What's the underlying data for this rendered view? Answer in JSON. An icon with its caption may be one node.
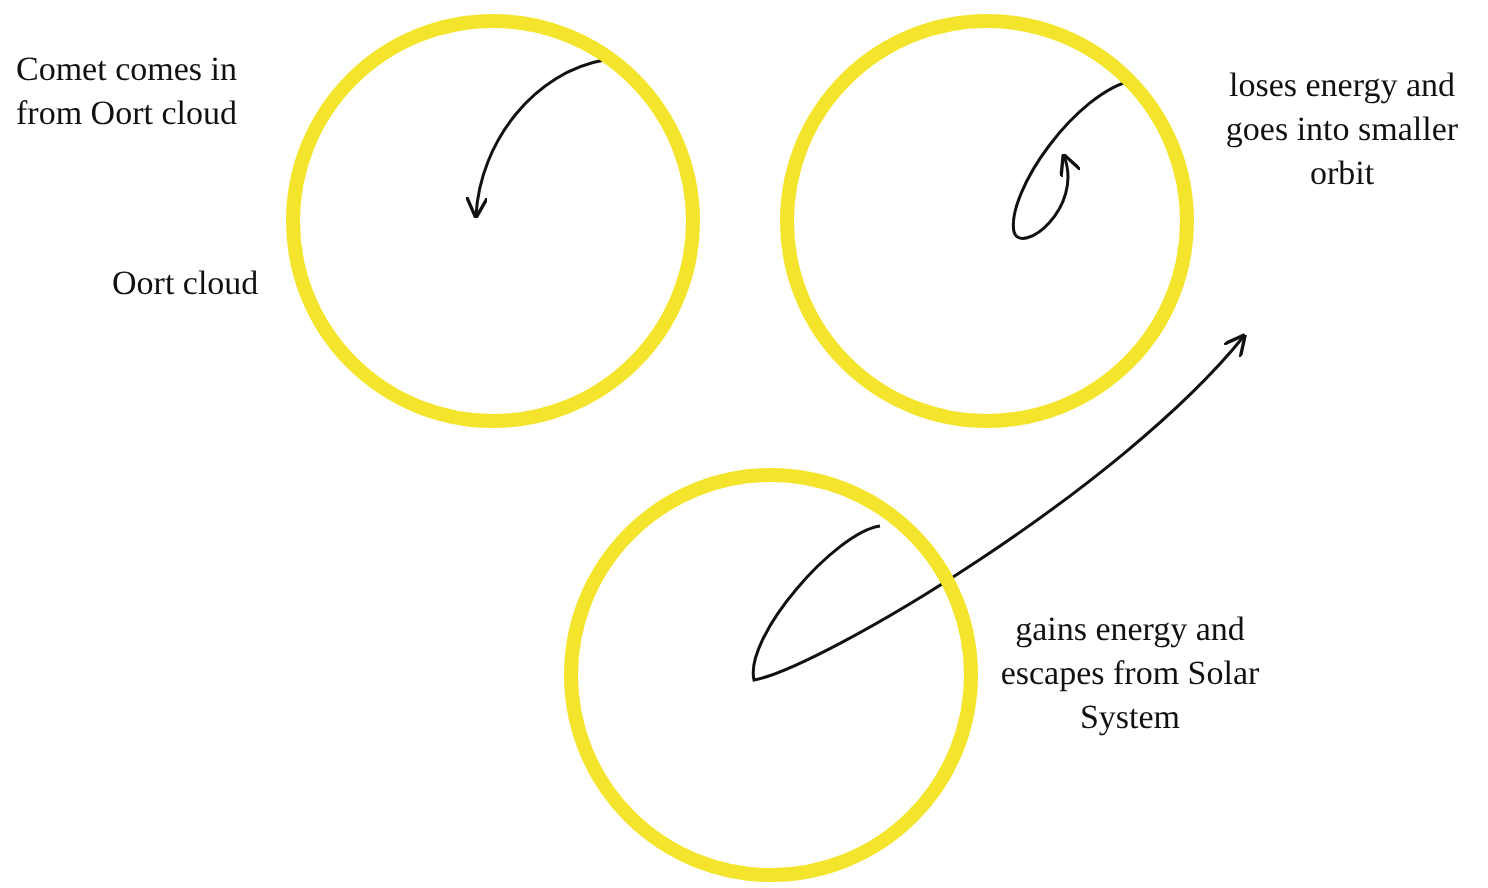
{
  "diagram": {
    "nodes": [
      {
        "text": [],
        "shape": "circle",
        "beside": [
          "Comet comes in from Oort cloud",
          "Oort cloud"
        ]
      },
      {
        "text": [],
        "shape": "circle",
        "beside": [
          "loses energy and goes into smaller orbit"
        ]
      },
      {
        "text": [],
        "shape": "circle",
        "beside": [
          "gains energy and escapes from Solar System"
        ]
      }
    ]
  }
}
